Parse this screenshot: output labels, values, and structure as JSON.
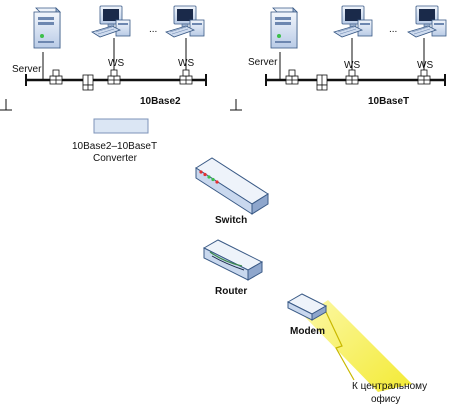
{
  "labels": {
    "server": "Server",
    "ws": "WS",
    "dots": "...",
    "segment_left": "10Base2",
    "segment_right": "10BaseT",
    "converter_line1": "10Base2–10BaseT",
    "converter_line2": "Converter",
    "switch": "Switch",
    "router": "Router",
    "modem": "Modem",
    "office_line1": "К центральному",
    "office_line2": "офису"
  },
  "icons": {
    "server": "server-tower-icon",
    "workstation": "desktop-computer-icon",
    "connector": "bnc-t-connector-icon",
    "terminator": "terminator-icon",
    "switch": "network-switch-icon",
    "router": "router-icon",
    "modem": "modem-icon",
    "wan": "lightning-bolt-icon"
  },
  "colors": {
    "device_face": "#dbe6f4",
    "device_edge": "#3a5a86",
    "screen": "#1a2a4a",
    "bus": "#111111",
    "beam": "#f4ee40"
  }
}
